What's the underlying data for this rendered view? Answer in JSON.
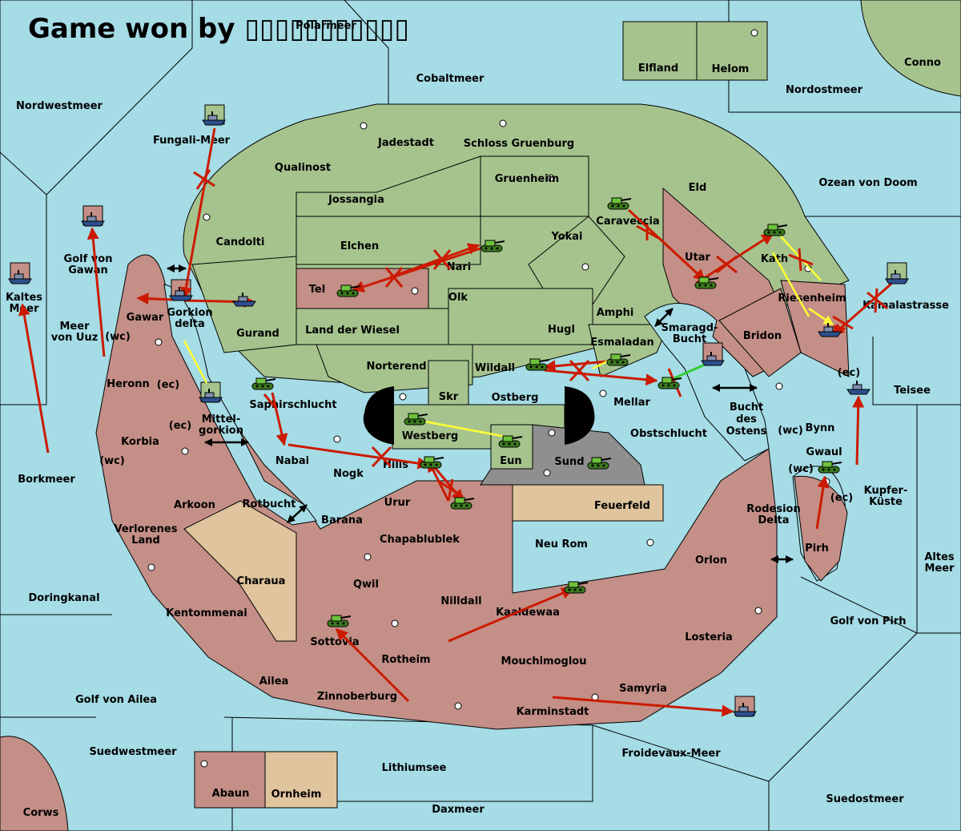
{
  "title": "Game won by ▯▯▯▯▯▯▯▯▯▯▯",
  "colors": {
    "sea": "#a5dce6",
    "green": "#a6c38e",
    "red": "#c38f86",
    "tan": "#e0c49d",
    "neutral": "#8f8f8f",
    "move": "#cc1a00",
    "support": "#ffff33",
    "convoy": "#33cc33"
  },
  "regions": {
    "polarmeer": "Polarmeer",
    "cobaltmeer": "Cobaltmeer",
    "nordwestmeer": "Nordwestmeer",
    "elfland": "Elfland",
    "helom": "Helom",
    "conno": "Conno",
    "nordostmeer": "Nordostmeer",
    "fungali": "Fungali-Meer",
    "jadestadt": "Jadestadt",
    "schloss": "Schloss Gruenburg",
    "qualinost": "Qualinost",
    "gruenheim": "Gruenheim",
    "eld": "Eld",
    "ozean": "Ozean von Doom",
    "jossangia": "Jossangia",
    "caraveccia": "Caraveccia",
    "golf_gawan": "Golf von Gawan",
    "candolti": "Candolti",
    "elchen": "Elchen",
    "yokai": "Yokai",
    "nari": "Nari",
    "utar": "Utar",
    "kath": "Kath",
    "kaltes": "Kaltes Meer",
    "tel": "Tel",
    "olk": "Olk",
    "riesenheim": "Riesenheim",
    "kamalastrasse": "Kamalastrasse",
    "amphi": "Amphi",
    "gawar": "Gawar",
    "gorkion": "Gorkion delta",
    "meer_uuz": "Meer von Uuz",
    "gurand": "Gurand",
    "wiesel": "Land der Wiesel",
    "hugl": "Hugl",
    "smaragd": "Smaragd- Bucht",
    "bridon": "Bridon",
    "esmaladan": "Esmaladan",
    "heronn": "Heronn",
    "norterend": "Norterend",
    "wildall": "Wildall",
    "teisee": "Teisee",
    "mittel": "Mittel- gorkion",
    "skr": "Skr",
    "ostberg": "Ostberg",
    "mellar": "Mellar",
    "saphir": "Saphirschlucht",
    "bucht_ostens": "Bucht des Ostens",
    "bynn": "Bynn",
    "westberg": "Westberg",
    "obstschlucht": "Obstschlucht",
    "korbia": "Korbia",
    "gwaul": "Gwaul",
    "nabai": "Nabai",
    "eun": "Eun",
    "sund": "Sund",
    "borkmeer": "Borkmeer",
    "hills": "Hills",
    "nogk": "Nogk",
    "kupfer": "Kupfer- Küste",
    "urur": "Urur",
    "feuerfeld": "Feuerfeld",
    "arkoon": "Arkoon",
    "rotbucht": "Rotbucht",
    "rodesion": "Rodesion Delta",
    "barana": "Barana",
    "verlorenes": "Verlorenes Land",
    "chapablublek": "Chapablublek",
    "neu_rom": "Neu Rom",
    "pirh": "Pirh",
    "altes": "Altes Meer",
    "orlon": "Orlon",
    "charaua": "Charaua",
    "qwil": "Qwil",
    "doringkanal": "Doringkanal",
    "nilldall": "Nilldall",
    "kaaldewaa": "Kaaldewaa",
    "kentommenai": "Kentommenai",
    "golf_pirh": "Golf von Pirh",
    "sottovia": "Sottovia",
    "rotheim": "Rotheim",
    "losteria": "Losteria",
    "mouchimoglou": "Mouchimoglou",
    "ailea": "Ailea",
    "samyria": "Samyria",
    "golf_ailea": "Golf von Ailea",
    "zinnoberburg": "Zinnoberburg",
    "karminstadt": "Karminstadt",
    "suedwestmeer": "Suedwestmeer",
    "froidevaux": "Froidevaux-Meer",
    "lithiumsee": "Lithiumsee",
    "abaun": "Abaun",
    "ornheim": "Ornheim",
    "suedostmeer": "Suedostmeer",
    "corws": "Corws",
    "daxmeer": "Daxmeer"
  },
  "coast_tags": {
    "wc": "(wc)",
    "ec": "(ec)"
  },
  "unit_icons": {
    "army": "tank-icon",
    "fleet": "ship-icon"
  }
}
